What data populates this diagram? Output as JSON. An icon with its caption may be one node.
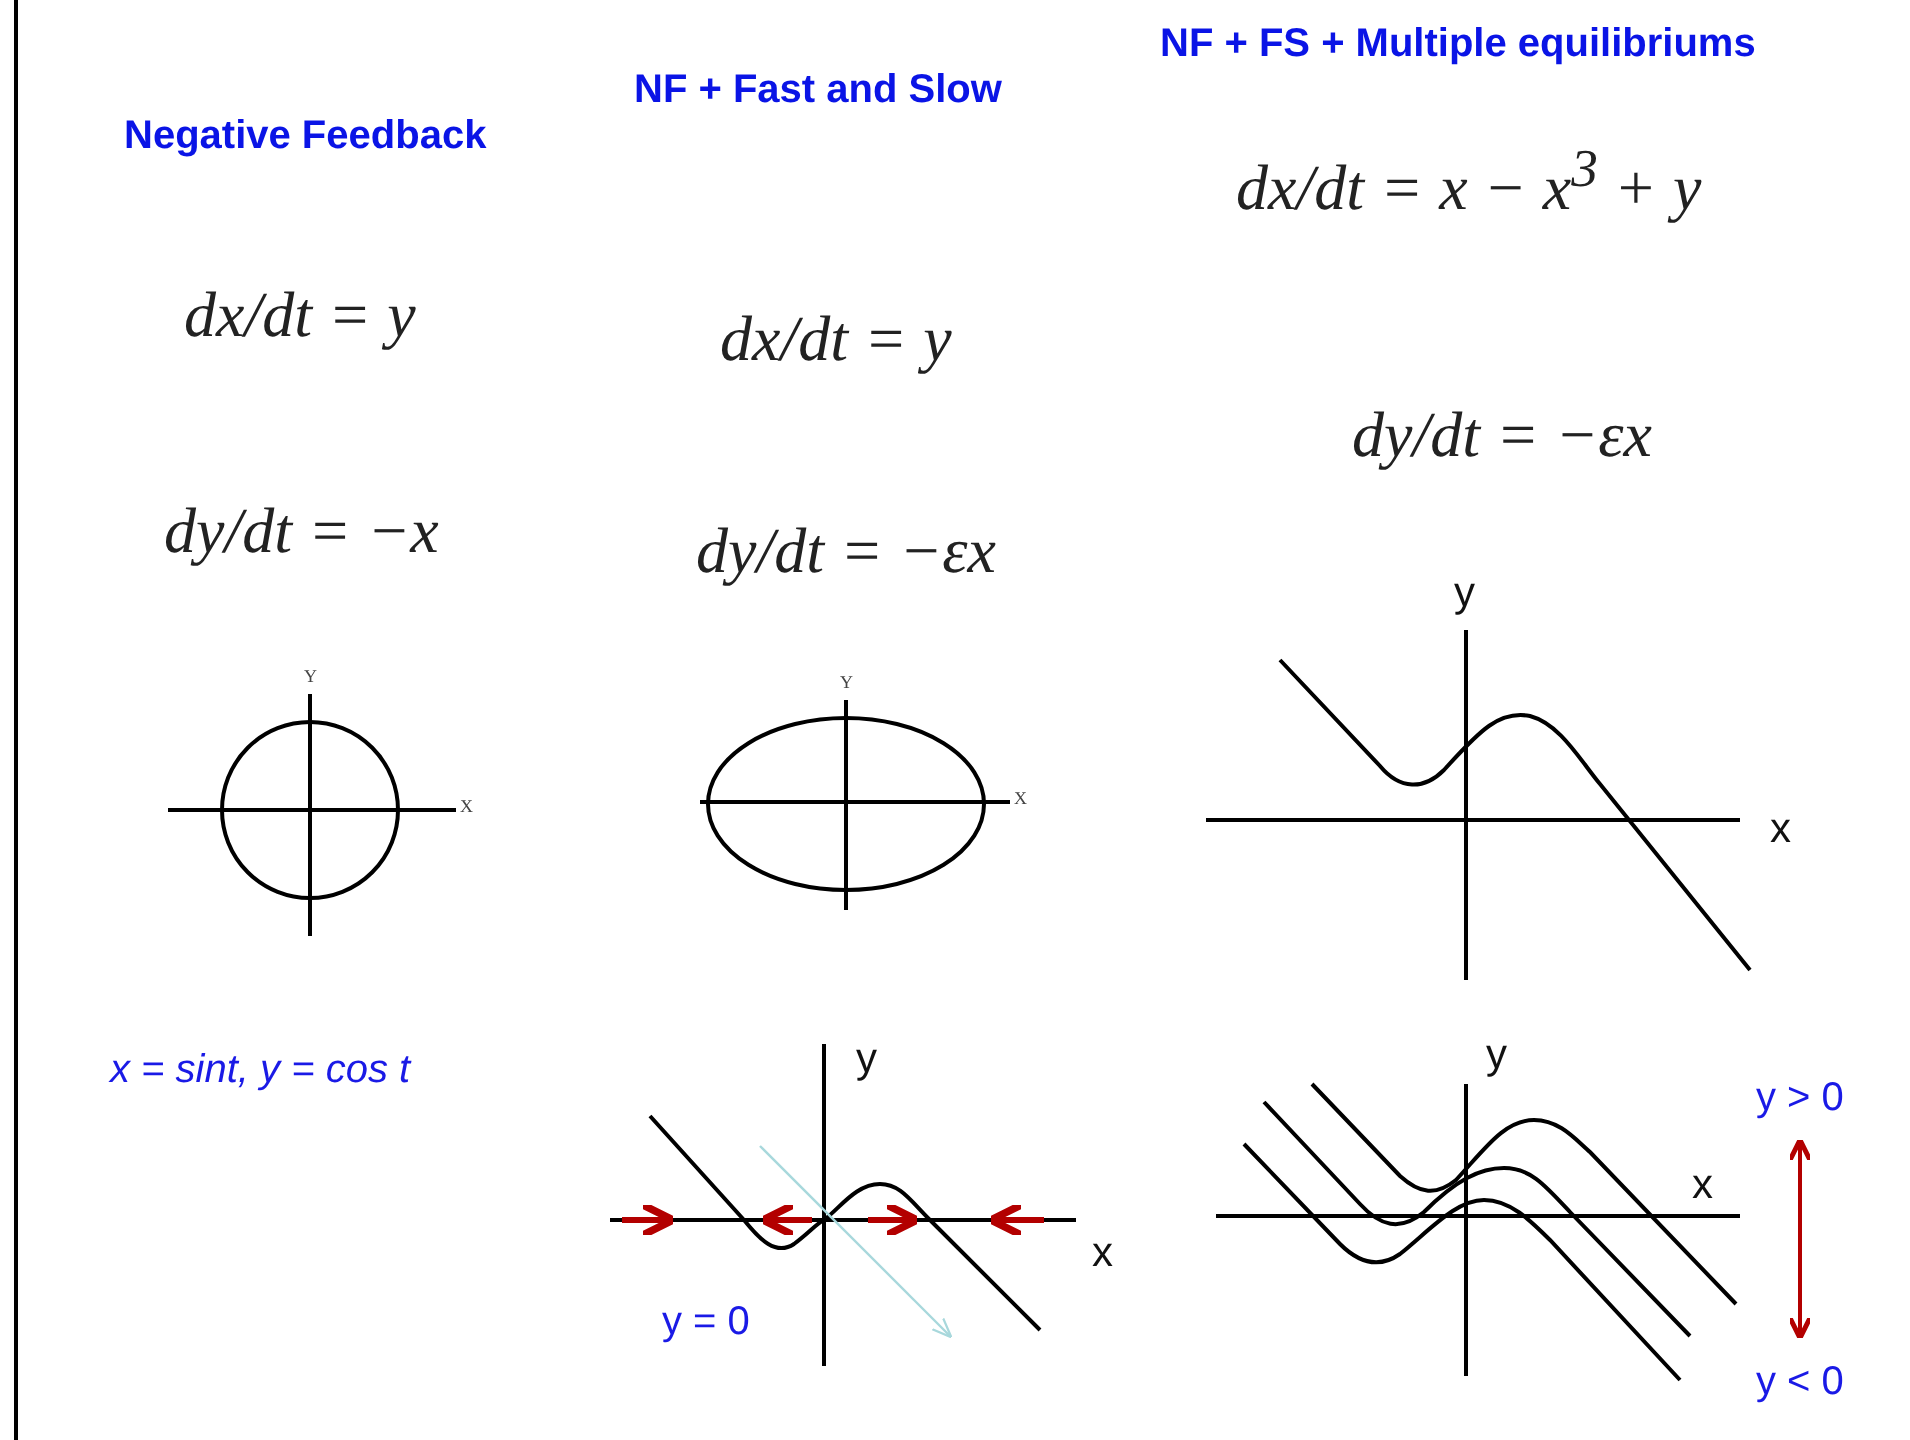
{
  "diagram": {
    "labels": [
      "Negative Feedback",
      "NF + Fast and Slow",
      "NF + FS + Multiple equilibriums",
      "dx/dt = y",
      "dy/dt = −x",
      "dx/dt = y",
      "dy/dt = −εx",
      "dx/dt = x − x$^{3}$ + y",
      "dy/dt = −εx",
      "Y",
      "X",
      "Y",
      "X",
      "y",
      "x",
      "x = sint, y = cos t",
      "y",
      "x",
      "y = 0",
      "y",
      "x",
      "y > 0",
      "y < 0"
    ]
  }
}
